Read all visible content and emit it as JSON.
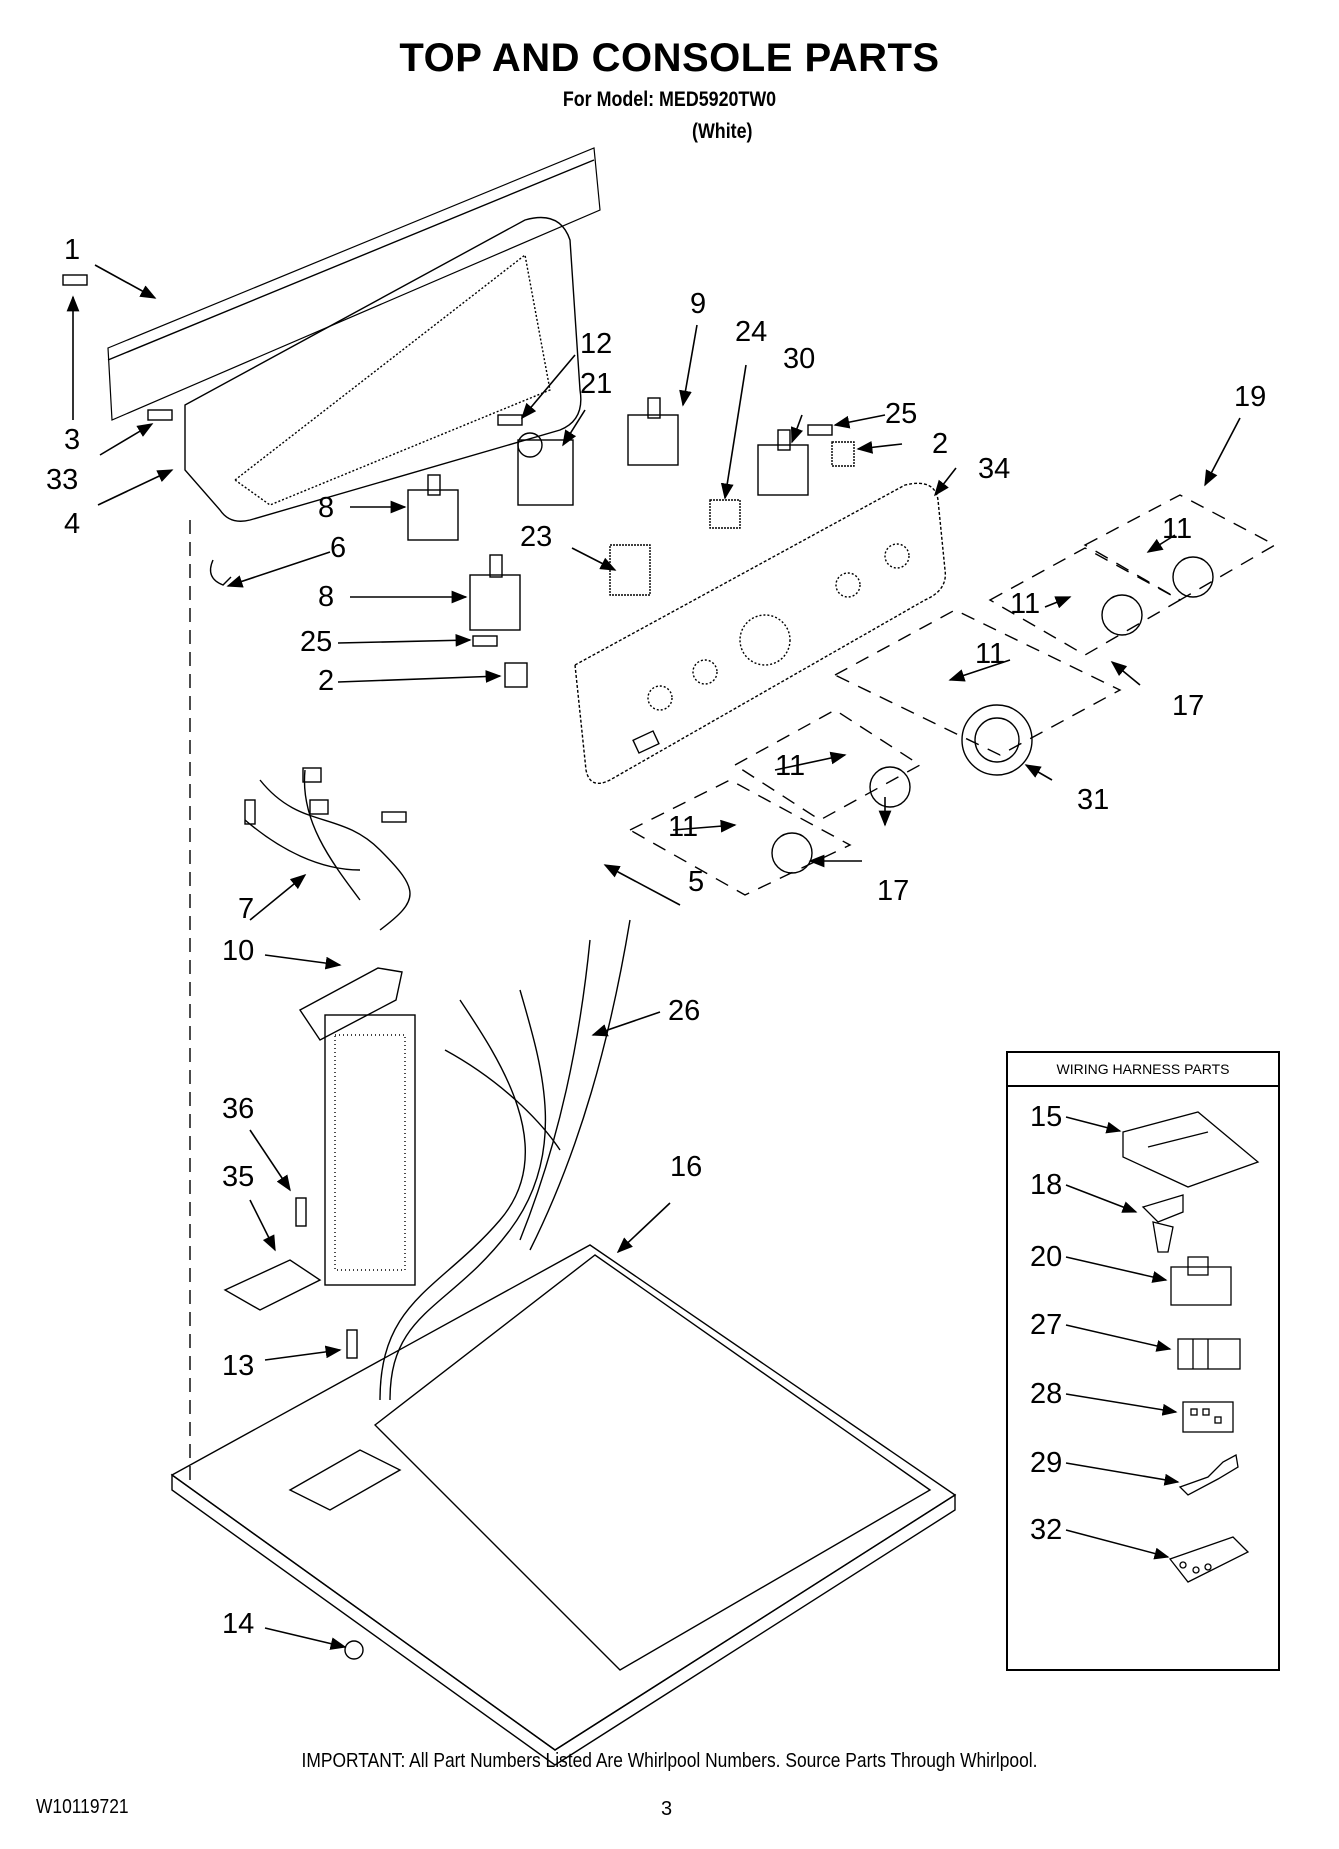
{
  "header": {
    "title": "TOP AND CONSOLE PARTS",
    "model_line": "For Model: MED5920TW0",
    "color": "(White)"
  },
  "callouts": {
    "c1": "1",
    "c3": "3",
    "c33": "33",
    "c4": "4",
    "c6": "6",
    "c8a": "8",
    "c8b": "8",
    "c25a": "25",
    "c2a": "2",
    "c7": "7",
    "c12": "12",
    "c21": "21",
    "c23": "23",
    "c9": "9",
    "c24": "24",
    "c30": "30",
    "c25b": "25",
    "c2b": "2",
    "c34": "34",
    "c19": "19",
    "c11a": "11",
    "c11b": "11",
    "c11c": "11",
    "c11d": "11",
    "c11e": "11",
    "c17a": "17",
    "c17b": "17",
    "c31": "31",
    "c5": "5",
    "c10": "10",
    "c26": "26",
    "c36": "36",
    "c35": "35",
    "c13": "13",
    "c16": "16",
    "c14": "14"
  },
  "wiring_harness": {
    "title": "WIRING HARNESS PARTS",
    "items": [
      "15",
      "18",
      "20",
      "27",
      "28",
      "29",
      "32"
    ]
  },
  "footer": {
    "note": "IMPORTANT: All Part Numbers Listed Are Whirlpool Numbers. Source Parts Through Whirlpool.",
    "doc_id": "W10119721",
    "page": "3"
  }
}
